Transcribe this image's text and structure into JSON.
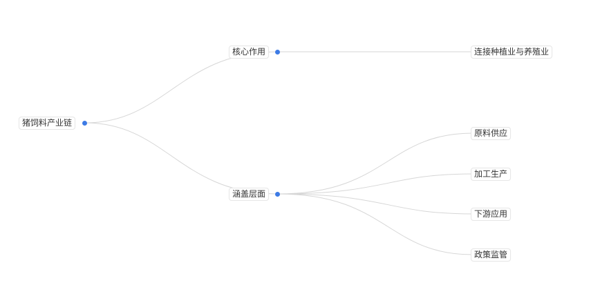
{
  "diagram": {
    "type": "mindmap",
    "colors": {
      "edge": "#d6d6d6",
      "dot": "#3d7be5",
      "node_border": "#e6e6e6",
      "text": "#333333"
    },
    "root": {
      "label": "猪饲料产业链",
      "children": [
        {
          "label": "核心作用",
          "children": [
            {
              "label": "连接种植业与养殖业"
            }
          ]
        },
        {
          "label": "涵盖层面",
          "children": [
            {
              "label": "原料供应"
            },
            {
              "label": "加工生产"
            },
            {
              "label": "下游应用"
            },
            {
              "label": "政策监管"
            }
          ]
        }
      ]
    }
  }
}
